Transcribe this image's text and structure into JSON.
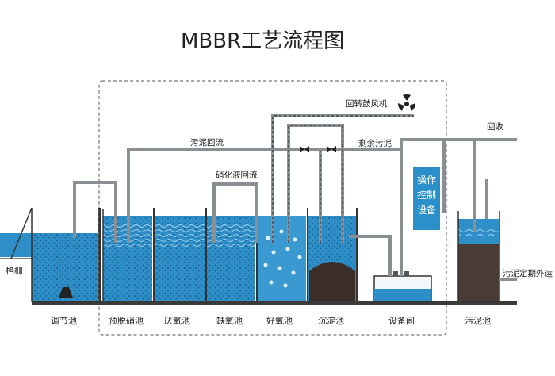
{
  "title": "MBBR工艺流程图",
  "labels": {
    "grating": "格栅",
    "blower": "回转鼓风机",
    "sludge_return": "污泥回流",
    "nitrate_return": "硝化液回流",
    "excess_sludge": "剩余污泥",
    "recycle": "回收",
    "sludge_out": "污泥定期外运"
  },
  "control_panel": {
    "line1": "操作",
    "line2": "控制",
    "line3": "设备"
  },
  "tanks": [
    "调节池",
    "预脱硝池",
    "厌氧池",
    "缺氧池",
    "好氧池",
    "沉淀池",
    "设备间",
    "污泥池"
  ],
  "colors": {
    "water": "#2e8ec7",
    "water_light": "#5aaedb",
    "pipe": "#8a8f93",
    "sludge": "#4a3b34",
    "panel": "#2b8fca"
  }
}
